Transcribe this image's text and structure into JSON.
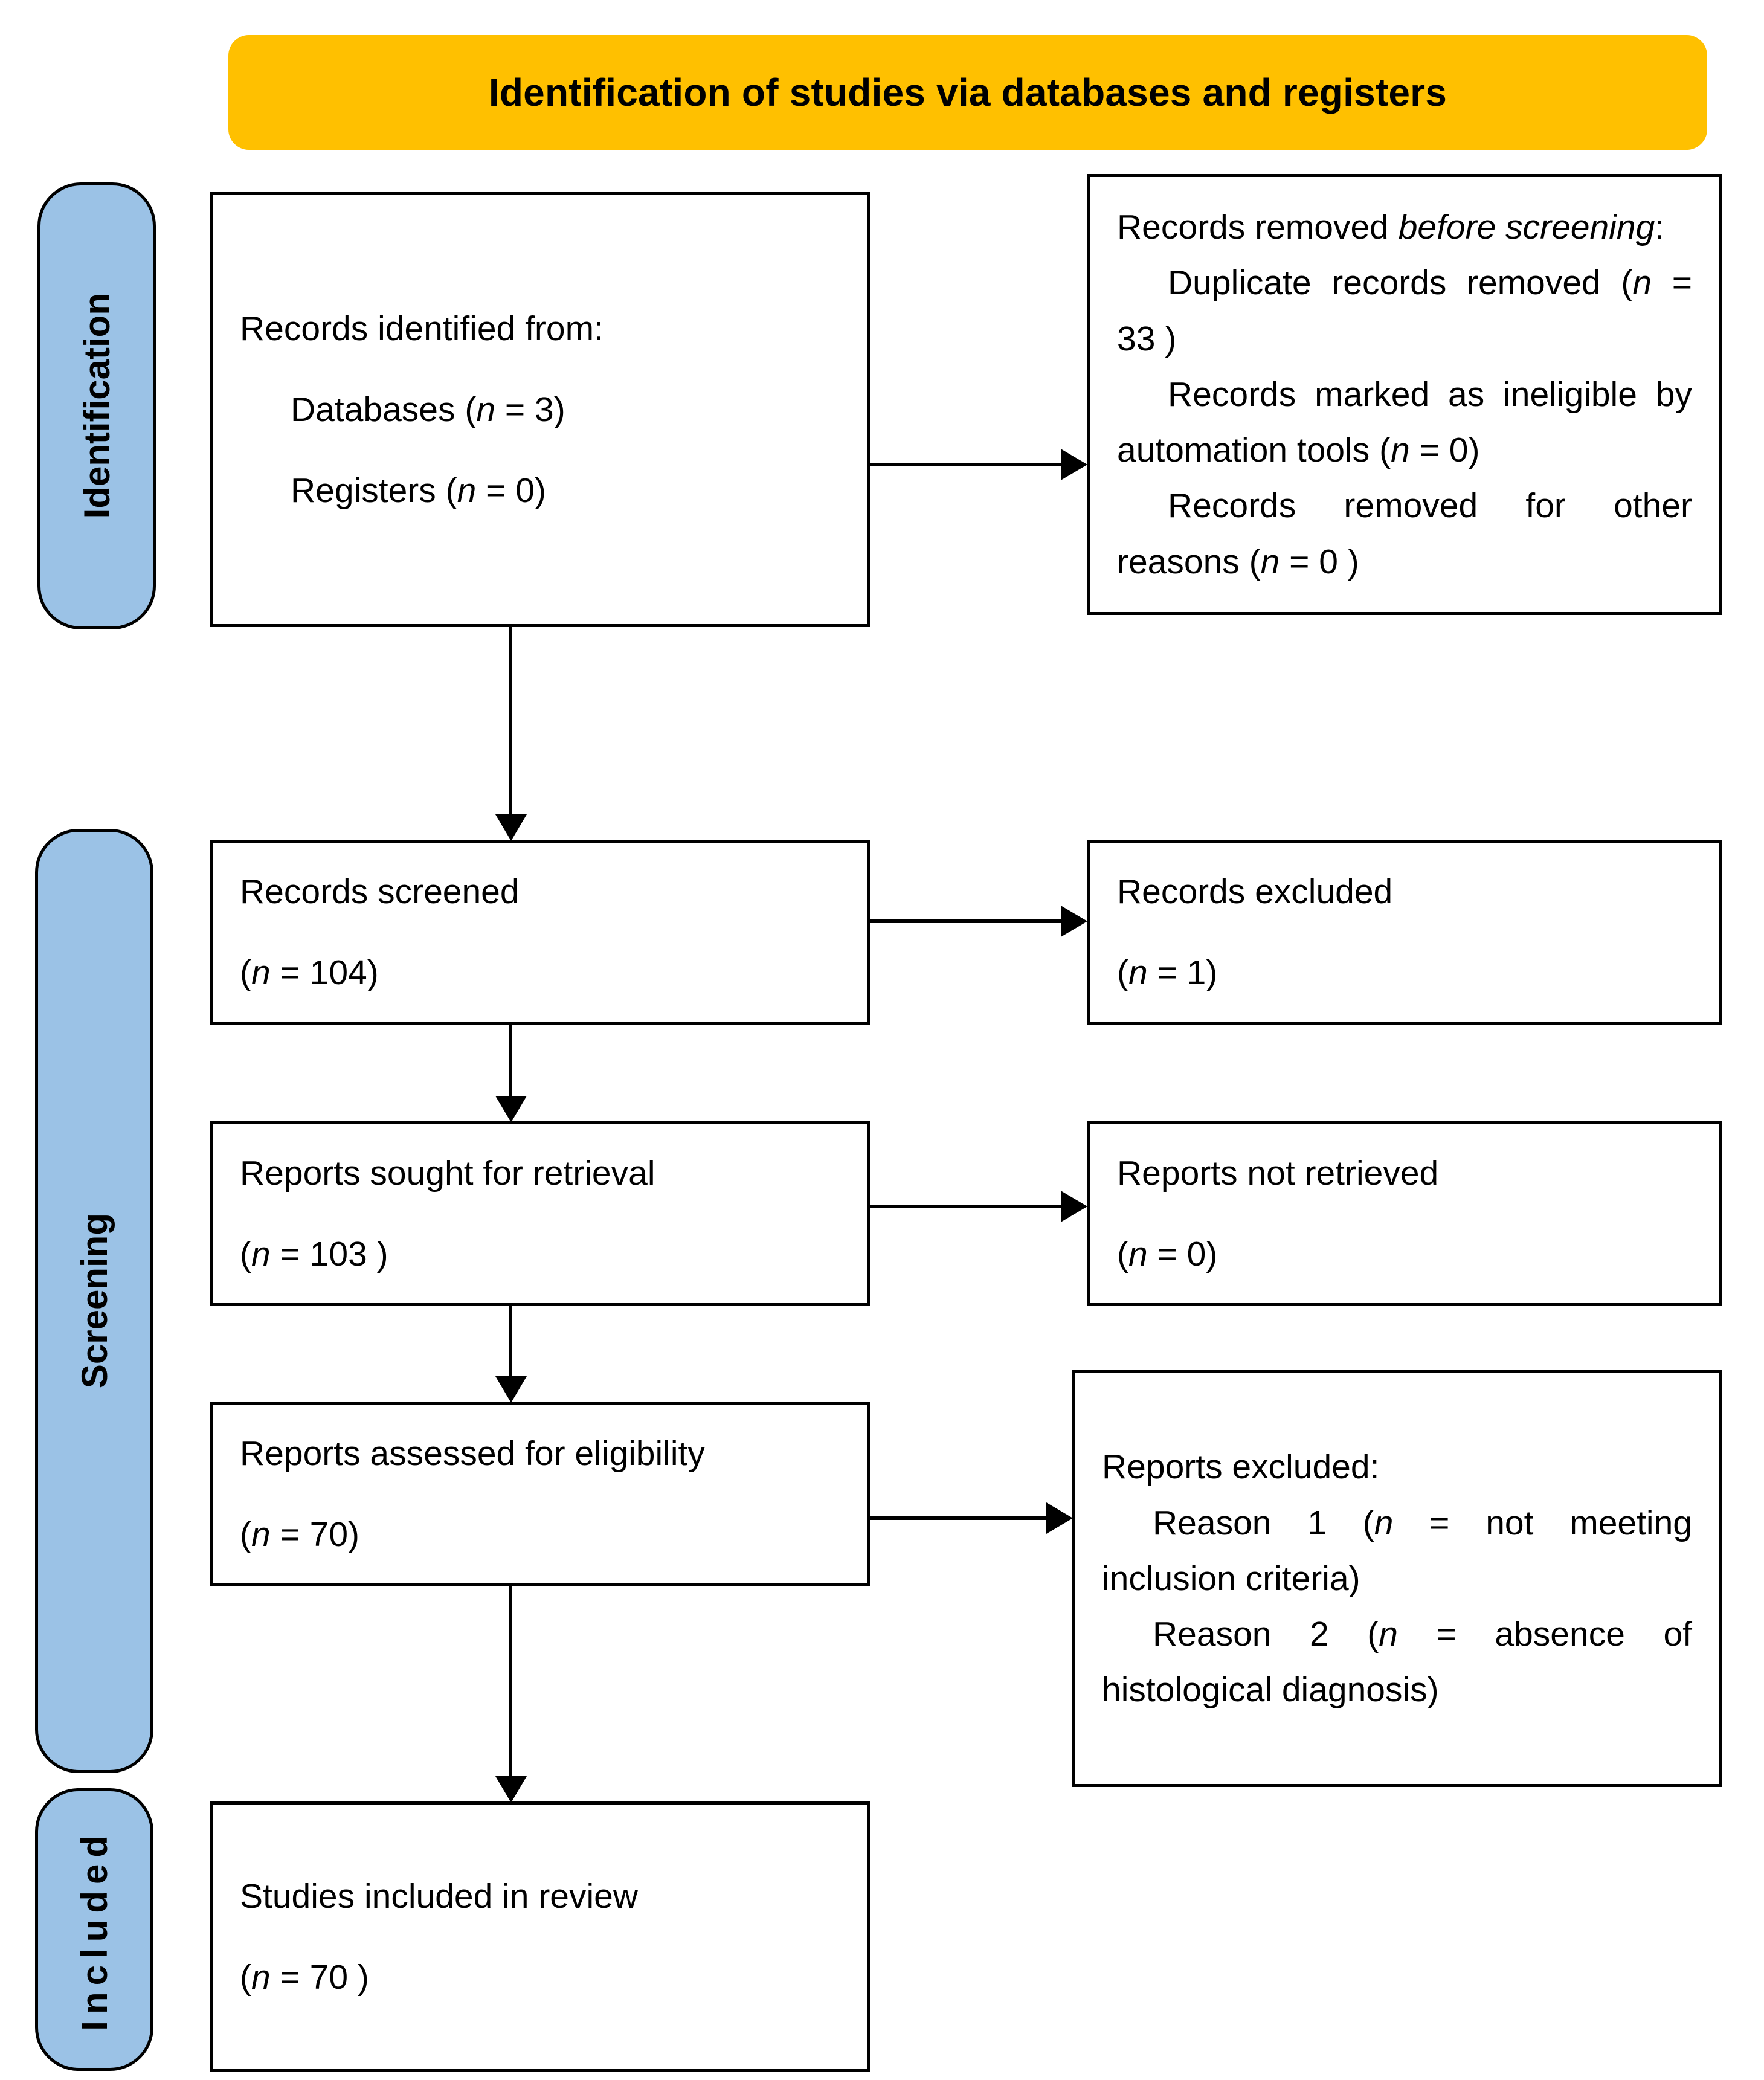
{
  "header": {
    "title": "Identification of studies via databases and registers",
    "background_color": "#FFC000"
  },
  "rails": {
    "fill_color": "#9BC2E6",
    "items": [
      {
        "label": "Identification"
      },
      {
        "label": "Screening"
      },
      {
        "label": "Included"
      }
    ]
  },
  "boxes": {
    "identified": {
      "line1": "Records identified from:",
      "line2": "Databases (",
      "line2_italic": "n",
      "line2_end": " = 3)",
      "line3": "Registers (",
      "line3_italic": "n",
      "line3_end": " = 0)"
    },
    "removed_before": {
      "line1a": "Records removed ",
      "line1_italic": "before screening",
      "line1b": ":",
      "line2a": "Duplicate records removed (",
      "line2_italic": "n",
      "line2b": " = 33 )",
      "line3a": "Records marked as ineligible by automation tools (",
      "line3_italic": "n",
      "line3b": " = 0)",
      "line4a": "Records removed for other reasons (",
      "line4_italic": "n",
      "line4b": " = 0 )"
    },
    "screened": {
      "line1": "Records screened",
      "line2a": "(",
      "line2_italic": "n",
      "line2b": " = 104)"
    },
    "records_excluded": {
      "line1": "Records excluded",
      "line2a": "(",
      "line2_italic": "n",
      "line2b": " = 1)"
    },
    "sought": {
      "line1": "Reports sought for retrieval",
      "line2a": "(",
      "line2_italic": "n",
      "line2b": " = 103 )"
    },
    "not_retrieved": {
      "line1": "Reports not retrieved",
      "line2a": "(",
      "line2_italic": "n",
      "line2b": " = 0)"
    },
    "assessed": {
      "line1": "Reports assessed for eligibility",
      "line2a": "(",
      "line2_italic": "n",
      "line2b": " = 70)"
    },
    "reports_excluded": {
      "line1": "Reports excluded:",
      "line2a": "Reason 1 (",
      "line2_italic": "n",
      "line2b": " = not meeting inclusion criteria)",
      "line3a": "Reason 2 (",
      "line3_italic": "n",
      "line3b": " = absence of histological diagnosis)"
    },
    "included": {
      "line1": "Studies included in review",
      "line2a": "(",
      "line2_italic": "n",
      "line2b": " = 70 )"
    }
  },
  "chart_data": {
    "type": "diagram",
    "title": "Identification of studies via databases and registers",
    "nodes": [
      {
        "id": "identified",
        "stage": "Identification",
        "label": "Records identified from: Databases (n = 3); Registers (n = 0)",
        "n": 3
      },
      {
        "id": "removed_before",
        "stage": "Identification",
        "label": "Records removed before screening: Duplicate records removed (n = 33 ); Records marked as ineligible by automation tools (n = 0); Records removed for other reasons (n = 0 )",
        "n": 33
      },
      {
        "id": "screened",
        "stage": "Screening",
        "label": "Records screened (n = 104)",
        "n": 104
      },
      {
        "id": "records_excluded",
        "stage": "Screening",
        "label": "Records excluded (n = 1)",
        "n": 1
      },
      {
        "id": "sought",
        "stage": "Screening",
        "label": "Reports sought for retrieval (n = 103 )",
        "n": 103
      },
      {
        "id": "not_retrieved",
        "stage": "Screening",
        "label": "Reports not retrieved (n = 0)",
        "n": 0
      },
      {
        "id": "assessed",
        "stage": "Screening",
        "label": "Reports assessed for eligibility (n = 70)",
        "n": 70
      },
      {
        "id": "reports_excluded",
        "stage": "Screening",
        "label": "Reports excluded: Reason 1 (n = not meeting inclusion criteria); Reason 2 (n = absence of histological diagnosis)",
        "n": null
      },
      {
        "id": "included",
        "stage": "Included",
        "label": "Studies included in review (n = 70 )",
        "n": 70
      }
    ],
    "edges": [
      {
        "from": "identified",
        "to": "removed_before",
        "direction": "right"
      },
      {
        "from": "identified",
        "to": "screened",
        "direction": "down"
      },
      {
        "from": "screened",
        "to": "records_excluded",
        "direction": "right"
      },
      {
        "from": "screened",
        "to": "sought",
        "direction": "down"
      },
      {
        "from": "sought",
        "to": "not_retrieved",
        "direction": "right"
      },
      {
        "from": "sought",
        "to": "assessed",
        "direction": "down"
      },
      {
        "from": "assessed",
        "to": "reports_excluded",
        "direction": "right"
      },
      {
        "from": "assessed",
        "to": "included",
        "direction": "down"
      }
    ]
  }
}
